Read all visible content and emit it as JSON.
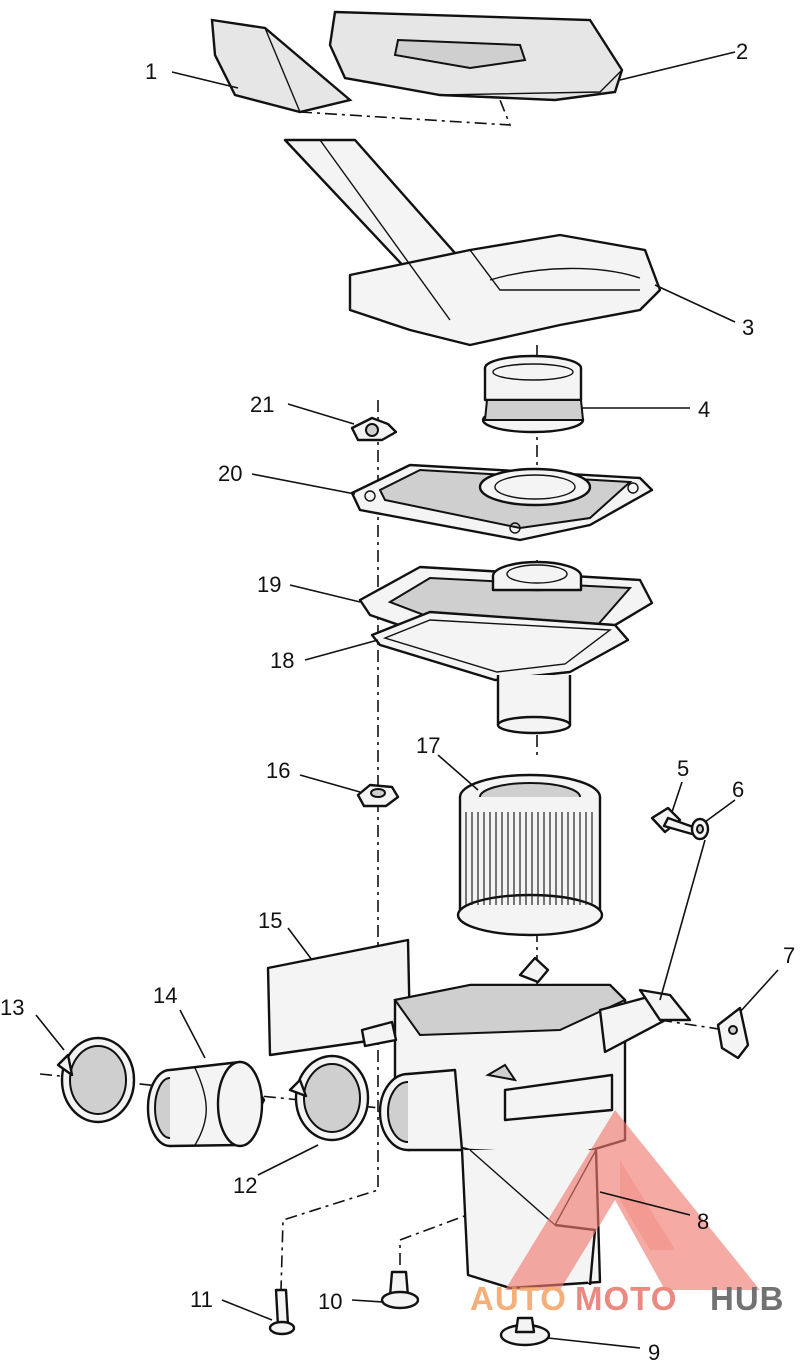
{
  "callouts": [
    "1",
    "2",
    "3",
    "4",
    "5",
    "6",
    "7",
    "8",
    "9",
    "10",
    "11",
    "12",
    "13",
    "14",
    "15",
    "16",
    "17",
    "18",
    "19",
    "20",
    "21"
  ],
  "watermark": {
    "part1": "AUTO",
    "part2": "MOTO",
    "part3": "HUB",
    "colors": {
      "auto": "#f4a261",
      "moto": "#e8746a",
      "hub": "#5a5a5a",
      "triangle": "#ef7a70"
    }
  }
}
